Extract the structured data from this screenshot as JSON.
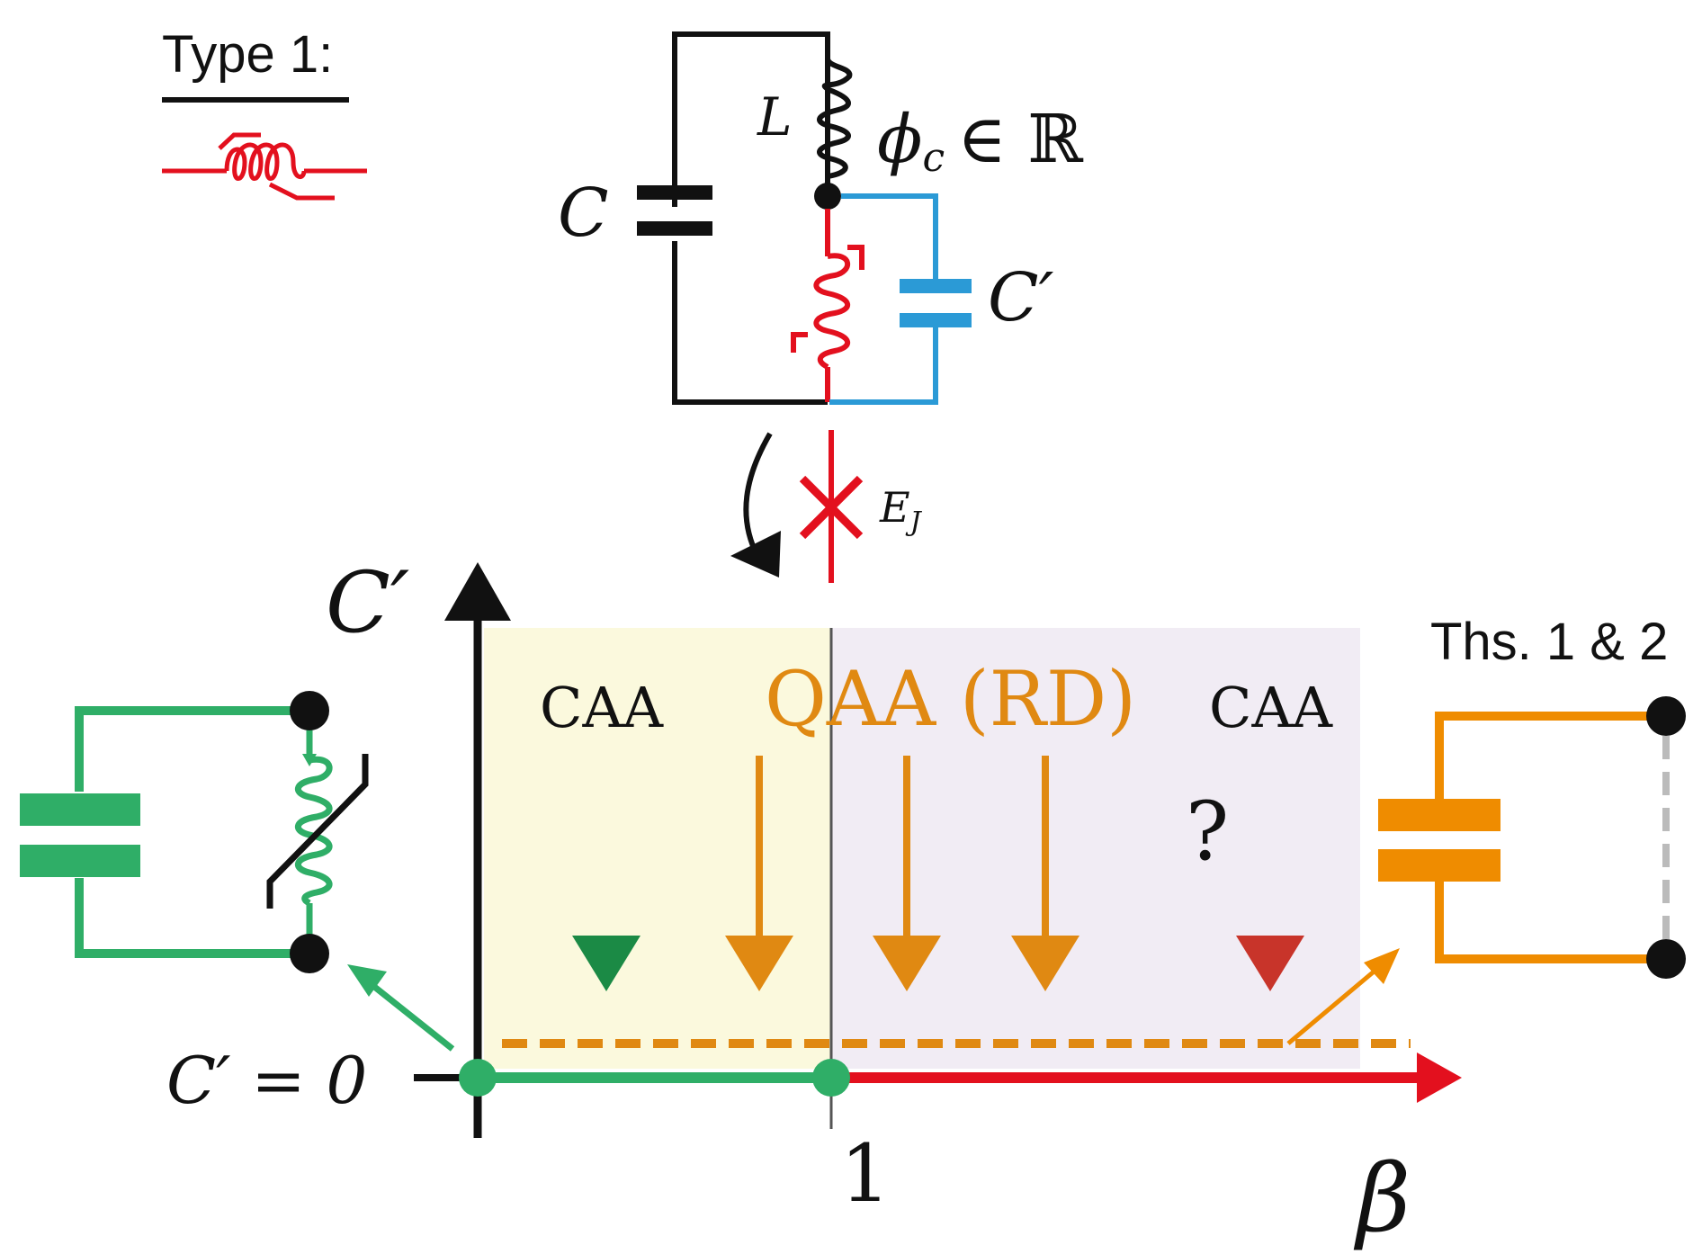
{
  "legend": {
    "heading": "Type 1:"
  },
  "circuit": {
    "capacitor_label": "C",
    "inductor_label": "L",
    "flux_label": "ϕ",
    "flux_sub": "c",
    "flux_set": "∈ ℝ",
    "shunt_capacitor_label": "C′",
    "junction_label": "E",
    "junction_sub": "J"
  },
  "phase_diagram": {
    "y_axis_label": "C′",
    "x_axis_label": "β",
    "x_tick_label": "1",
    "y_tick_label": "C′ = 0",
    "region_left_label": "CAA",
    "region_middle_label": "QAA (RD)",
    "region_right_label": "CAA",
    "unknown_mark": "?",
    "theorem_label": "Ths. 1 & 2"
  },
  "colors": {
    "black": "#111111",
    "red": "#e3101e",
    "blue": "#2b9ad6",
    "green": "#2fae67",
    "orange": "#ef8c00",
    "region_left_fill": "#fbf9dd",
    "region_right_fill": "#f1ecf4"
  }
}
